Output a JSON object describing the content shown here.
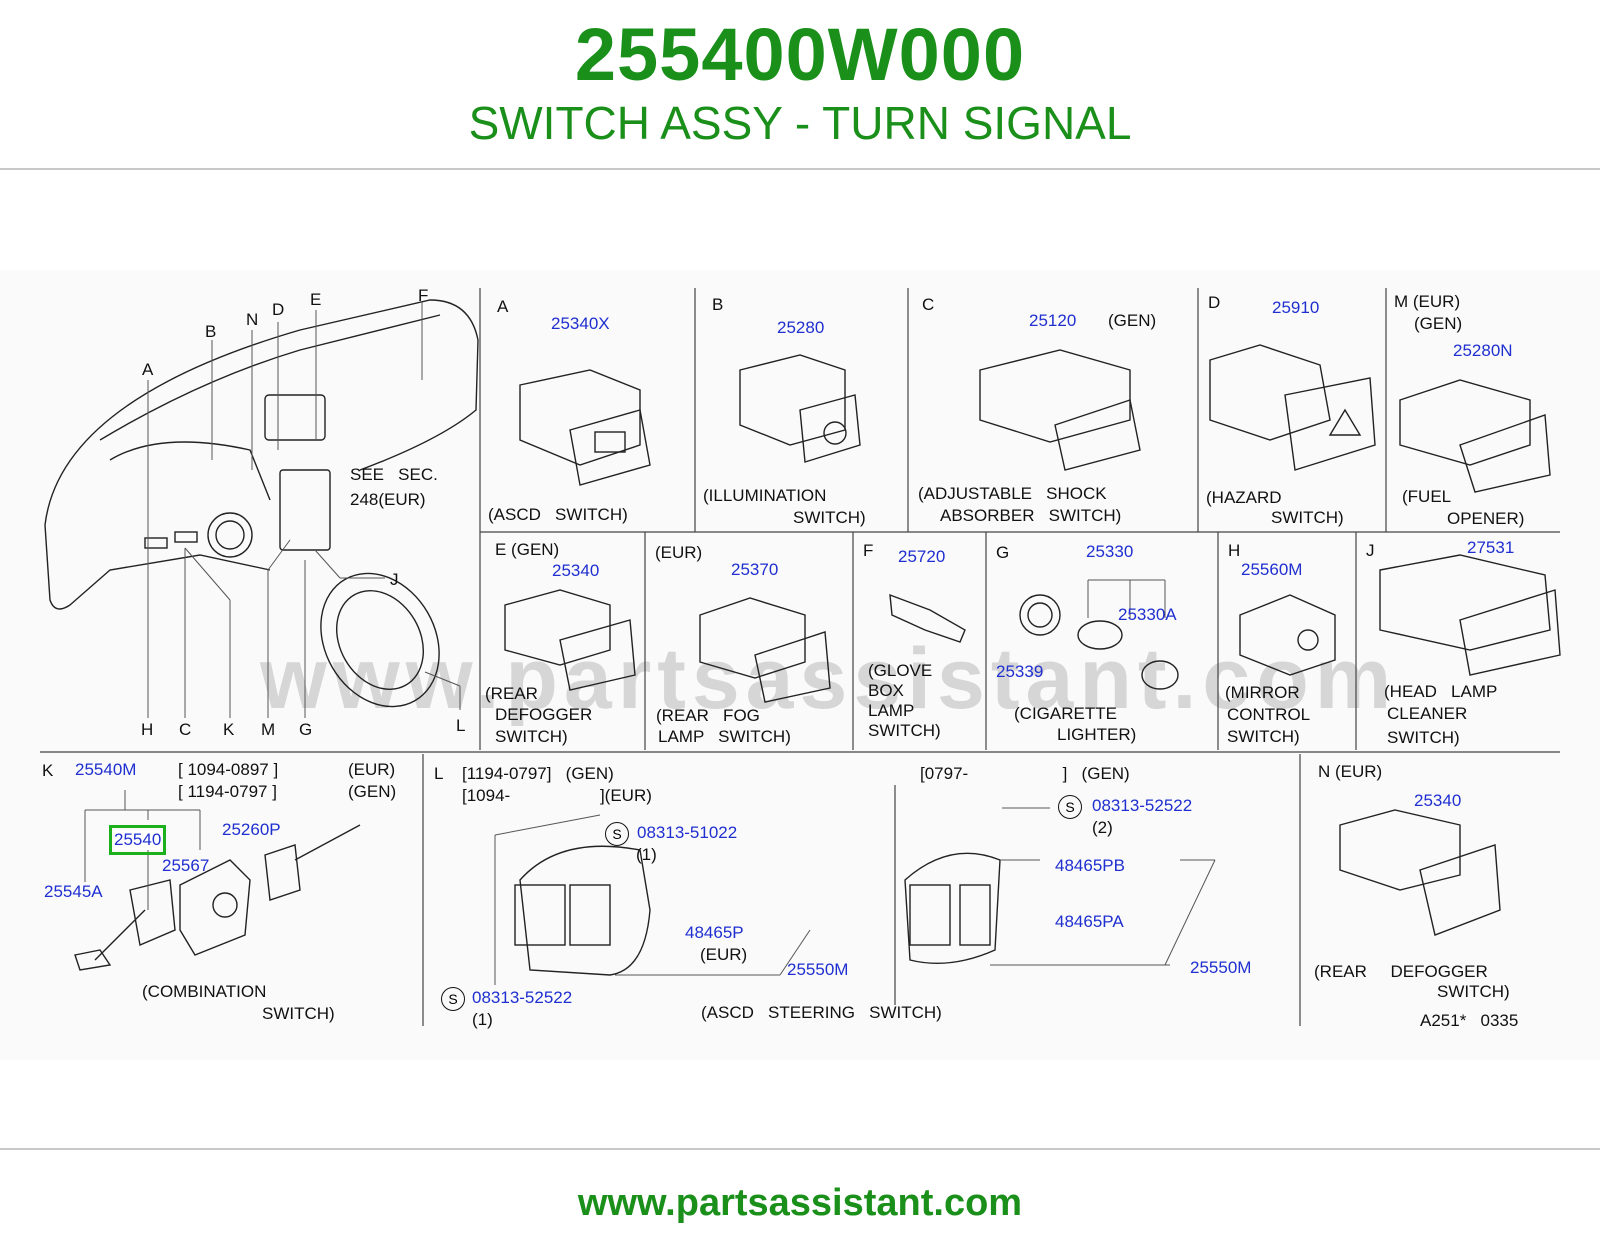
{
  "header": {
    "part_number": "255400W000",
    "description": "SWITCH ASSY - TURN SIGNAL"
  },
  "watermark": "www.partsassistant.com",
  "footer": "www.partsassistant.com",
  "overview": {
    "letters": {
      "A": "A",
      "B": "B",
      "N": "N",
      "D": "D",
      "E": "E",
      "F": "F",
      "H": "H",
      "C": "C",
      "K": "K",
      "M": "M",
      "G": "G",
      "L": "L",
      "J": "J"
    },
    "see_sec_1": "SEE   SEC.",
    "see_sec_2": "248(EUR)"
  },
  "panels": {
    "A": {
      "letter": "A",
      "part": "25340X",
      "cap1": "(ASCD   SWITCH)"
    },
    "B": {
      "letter": "B",
      "part": "25280",
      "cap1": "(ILLUMINATION",
      "cap2": "SWITCH)"
    },
    "C": {
      "letter": "C",
      "part": "25120",
      "qual": "(GEN)",
      "cap1": "(ADJUSTABLE   SHOCK",
      "cap2": "ABSORBER   SWITCH)"
    },
    "D": {
      "letter": "D",
      "part": "25910",
      "cap1": "(HAZARD",
      "cap2": "SWITCH)"
    },
    "M": {
      "letter": "M (EUR)",
      "qual": "(GEN)",
      "part": "25280N",
      "cap1": "(FUEL",
      "cap2": "OPENER)"
    },
    "E": {
      "letter": "E (GEN)",
      "part": "25340",
      "cap1": "(REAR",
      "cap2": "DEFOGGER",
      "cap3": "SWITCH)"
    },
    "E2": {
      "letter": "(EUR)",
      "part": "25370",
      "cap1": "(REAR   FOG",
      "cap2": "LAMP   SWITCH)"
    },
    "F": {
      "letter": "F",
      "part": "25720",
      "cap1": "(GLOVE",
      "cap2": "BOX",
      "cap3": "LAMP",
      "cap4": "SWITCH)"
    },
    "G": {
      "letter": "G",
      "part1": "25330",
      "part2": "25330A",
      "part3": "25339",
      "cap1": "(CIGARETTE",
      "cap2": "LIGHTER)"
    },
    "H": {
      "letter": "H",
      "part": "25560M",
      "cap1": "(MIRROR",
      "cap2": "CONTROL",
      "cap3": "SWITCH)"
    },
    "J": {
      "letter": "J",
      "part": "27531",
      "cap1": "(HEAD   LAMP",
      "cap2": "CLEANER",
      "cap3": "SWITCH)"
    },
    "K": {
      "letter": "K",
      "p1": "25540M",
      "r1": "[ 1094-0897 ]",
      "r2": "[ 1194-0797 ]",
      "q1": "(EUR)",
      "q2": "(GEN)",
      "p2": "25540",
      "p3": "25260P",
      "p4": "25567",
      "p5": "25545A",
      "cap1": "(COMBINATION",
      "cap2": "SWITCH)"
    },
    "L": {
      "letter": "L",
      "r1": "[1194-0797]   (GEN)",
      "r2": "[1094-                   ](EUR)",
      "s1": "S",
      "p1": "08313-51022",
      "n1": "(1)",
      "p2": "48465P",
      "q2": "(EUR)",
      "p3": "25550M",
      "s2": "S",
      "p4": "08313-52522",
      "n4": "(1)",
      "r3": "[0797-                    ]   (GEN)",
      "s3": "S",
      "p5": "08313-52522",
      "n5": "(2)",
      "p6": "48465PB",
      "p7": "48465PA",
      "p8": "25550M",
      "cap": "(ASCD   STEERING   SWITCH)"
    },
    "N": {
      "letter": "N (EUR)",
      "part": "25340",
      "cap1": "(REAR     DEFOGGER",
      "cap2": "SWITCH)",
      "ref": "A251*   0335"
    }
  }
}
